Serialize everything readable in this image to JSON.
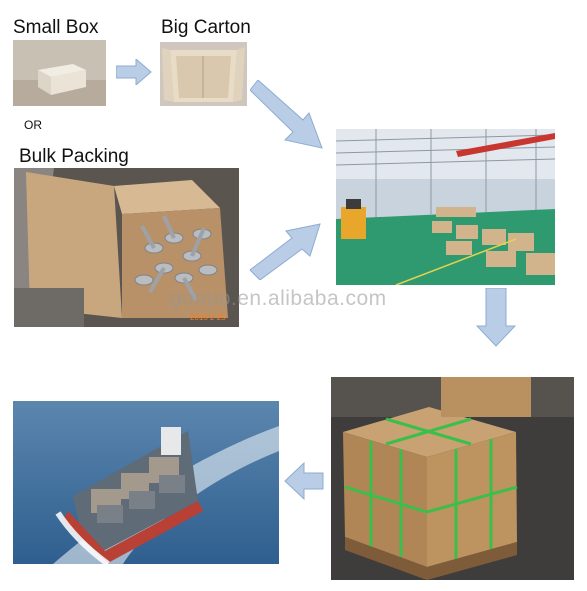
{
  "labels": {
    "small_box": "Small Box",
    "big_carton": "Big Carton",
    "or": "OR",
    "bulk_packing": "Bulk Packing"
  },
  "watermark": "gonuo.en.alibaba.com",
  "stamp": "2015 2 25",
  "colors": {
    "arrow_fill": "#b9cde6",
    "arrow_stroke": "#8eabd2",
    "strap_green": "#3bbf4a",
    "factory_floor": "#2f9a70",
    "sea": "#2f5f8f"
  },
  "flow": [
    "small-box",
    "big-carton",
    "warehouse",
    "pallet",
    "ship"
  ],
  "alt_flow": [
    "bulk-packing",
    "warehouse"
  ]
}
